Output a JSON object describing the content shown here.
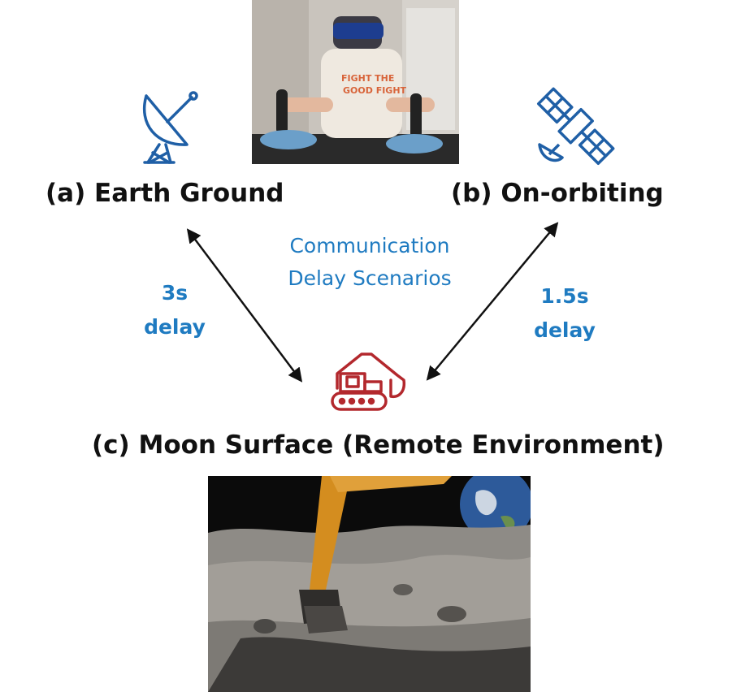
{
  "labels": {
    "earth": "(a) Earth Ground",
    "orbit": "(b) On-orbiting",
    "moon": "(c) Moon Surface (Remote Environment)",
    "center_line1": "Communication",
    "center_line2": "Delay Scenarios",
    "left_delay_value": "3s",
    "left_delay_word": "delay",
    "right_delay_value": "1.5s",
    "right_delay_word": "delay"
  },
  "colors": {
    "icon_blue": "#1f5fa6",
    "icon_red": "#b3282d",
    "text_blue": "#1f7bc1",
    "arrow": "#111111"
  },
  "icons": {
    "earth": "satellite-dish-icon",
    "orbit": "satellite-icon",
    "moon": "excavator-icon"
  }
}
